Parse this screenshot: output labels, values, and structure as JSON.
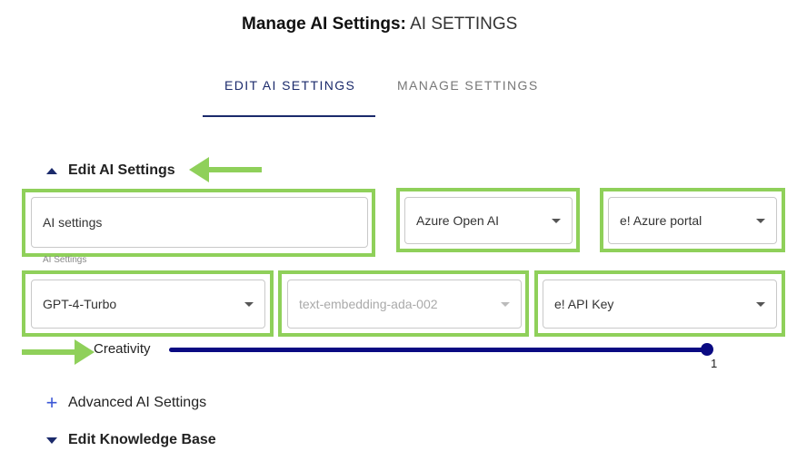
{
  "header": {
    "title_bold": "Manage AI Settings:",
    "title_rest": "AI SETTINGS"
  },
  "tabs": [
    {
      "label": "EDIT AI SETTINGS",
      "active": true
    },
    {
      "label": "MANAGE SETTINGS",
      "active": false
    }
  ],
  "sections": {
    "edit_ai_settings": "Edit AI Settings",
    "advanced_ai_settings": "Advanced AI Settings",
    "edit_knowledge_base": "Edit Knowledge Base"
  },
  "form": {
    "name_value": "AI settings",
    "name_helper": "AI Settings",
    "provider": "Azure Open AI",
    "portal": "e! Azure portal",
    "model": "GPT-4-Turbo",
    "embedding_model": "text-embedding-ada-002",
    "api_key": "e! API Key"
  },
  "creativity": {
    "label": "Creativity",
    "value": "1",
    "fraction": 1.0
  },
  "colors": {
    "accent": "#1b2a6b",
    "slider": "#0a0a82",
    "highlight": "#8fd05a"
  }
}
